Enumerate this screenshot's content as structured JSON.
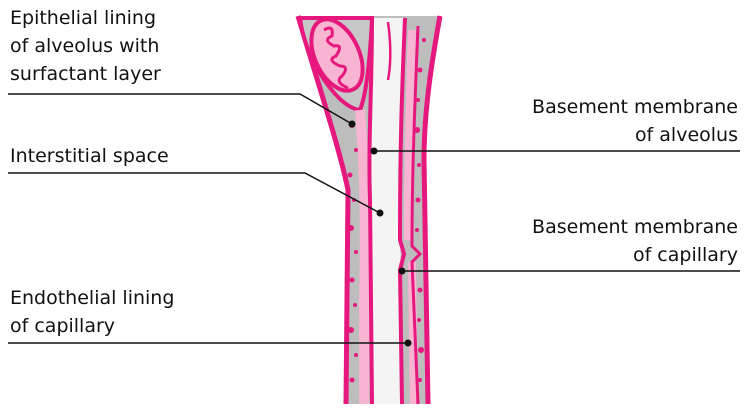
{
  "labels": {
    "epithelial": "Epithelial lining\nof alveolus with\nsurfactant layer",
    "interstitial": "Interstitial space",
    "endothelial": "Endothelial lining\nof capillary",
    "basement_alveolus": "Basement membrane\nof alveolus",
    "basement_capillary": "Basement membrane\nof capillary"
  },
  "colors": {
    "membrane": "#e6187e",
    "tissue": "#bdbdbd",
    "interstitial": "#f4f4f4",
    "lining": "#f7b5d2",
    "leader": "#111111"
  }
}
